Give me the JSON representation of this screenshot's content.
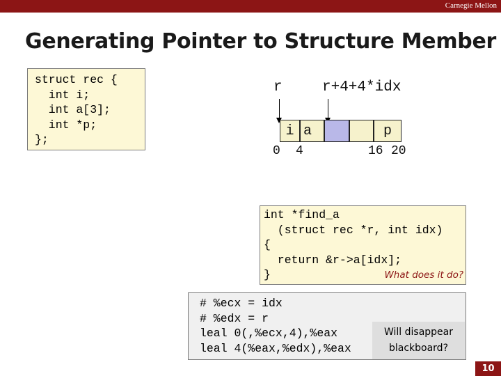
{
  "header": {
    "brand": "Carnegie Mellon"
  },
  "slide": {
    "title": "Generating Pointer to Structure Member",
    "page_number": "10"
  },
  "struct_code": [
    "struct rec {",
    "  int i;",
    "  int a[3];",
    "  int *p;",
    "};"
  ],
  "diagram": {
    "pointer_label": "r",
    "address_label": "r+4+4*idx",
    "cells": [
      "i",
      "a",
      "",
      "",
      "p"
    ],
    "offsets": [
      "0",
      "4",
      "16",
      "20"
    ]
  },
  "function_code": {
    "lines": [
      "int *find_a",
      "  (struct rec *r, int idx)",
      "{",
      "  return &r->a[idx];",
      "}"
    ],
    "question": "What does it do?"
  },
  "assembly": {
    "lines": [
      "# %ecx = idx",
      "# %edx = r",
      "leal 0(,%ecx,4),%eax",
      "leal 4(%eax,%edx),%eax"
    ],
    "callout": [
      "Will disappear",
      "blackboard?"
    ]
  },
  "colors": {
    "brand": "#8c1515",
    "code_bg": "#fdf8d6",
    "highlight_cell": "#b9b8e8",
    "question_text": "#8c1515"
  }
}
